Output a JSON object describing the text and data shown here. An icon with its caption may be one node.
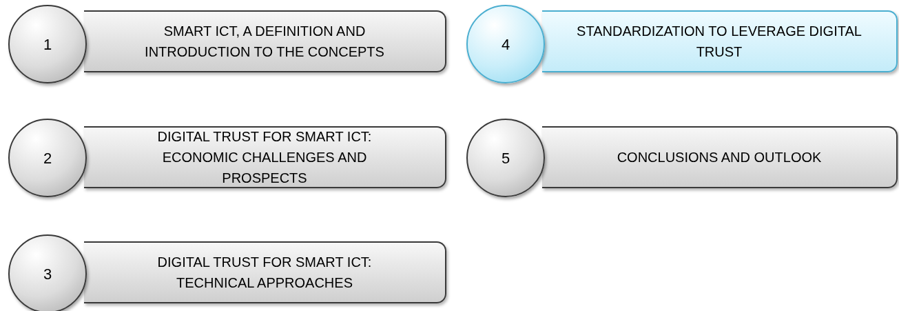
{
  "diagram": {
    "nodes": [
      {
        "text": [
          "1"
        ]
      },
      {
        "text": [
          "SMART ICT, A DEFINITION AND INTRODUCTION TO THE CONCEPTS"
        ]
      },
      {
        "text": [
          "2"
        ]
      },
      {
        "text": [
          "DIGITAL TRUST FOR SMART ICT: ECONOMIC CHALLENGES AND PROSPECTS"
        ]
      },
      {
        "text": [
          "3"
        ]
      },
      {
        "text": [
          "DIGITAL TRUST FOR SMART ICT: TECHNICAL APPROACHES"
        ]
      },
      {
        "text": [
          "4"
        ]
      },
      {
        "text": [
          "STANDARDIZATION TO LEVERAGE DIGITAL TRUST"
        ]
      },
      {
        "text": [
          "5"
        ]
      },
      {
        "text": [
          "CONCLUSIONS AND OUTLOOK"
        ]
      }
    ]
  }
}
